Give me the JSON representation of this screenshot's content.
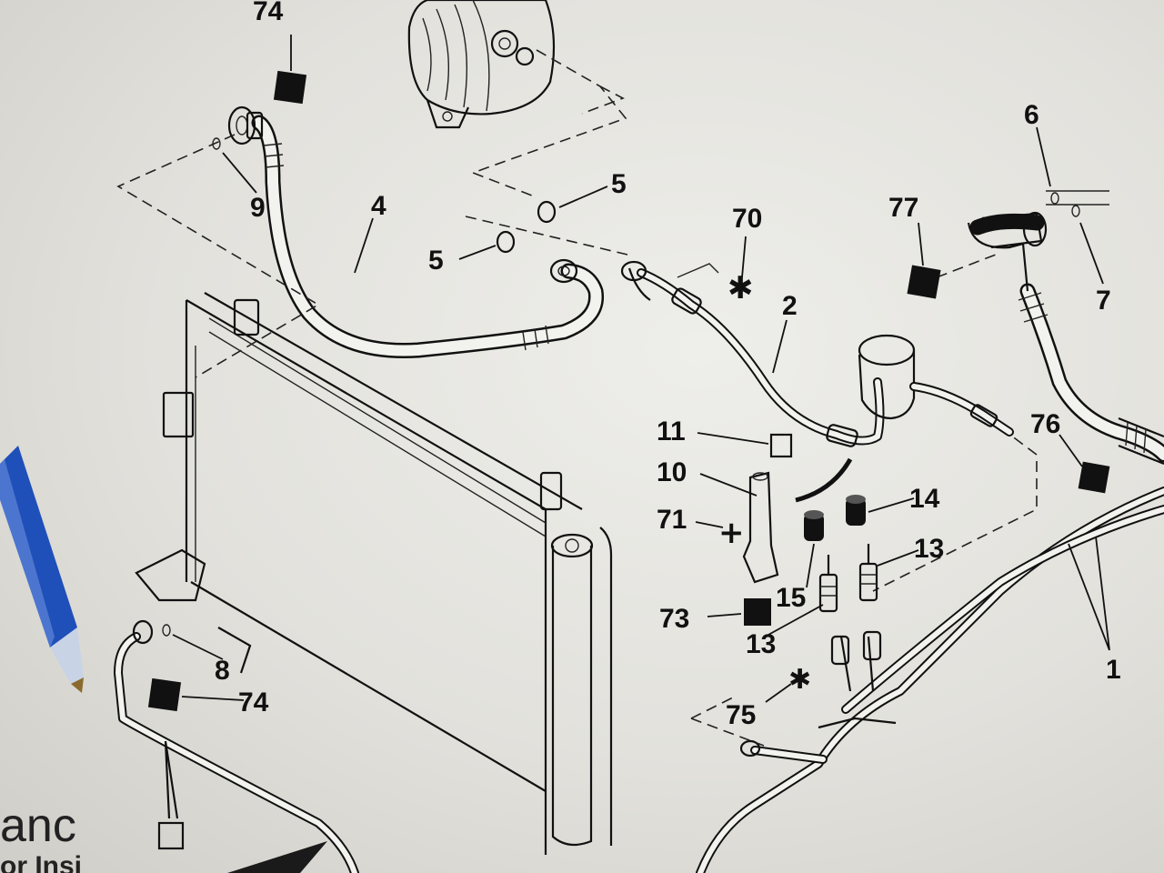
{
  "callouts": {
    "c74a": "74",
    "c9": "9",
    "c4": "4",
    "c5a": "5",
    "c5b": "5",
    "c70": "70",
    "c2": "2",
    "c6": "6",
    "c77": "77",
    "c7": "7",
    "c11": "11",
    "c10": "10",
    "c71": "71",
    "c14": "14",
    "c13a": "13",
    "c15": "15",
    "c73": "73",
    "c13b": "13",
    "c76": "76",
    "c1": "1",
    "c8": "8",
    "c74b": "74",
    "c75": "75"
  },
  "brand": {
    "text": "anc",
    "subtext": "or Insi"
  },
  "colors": {
    "ink": "#111111",
    "paper": "#e8e7e2",
    "pen": "#1f4fb8"
  }
}
